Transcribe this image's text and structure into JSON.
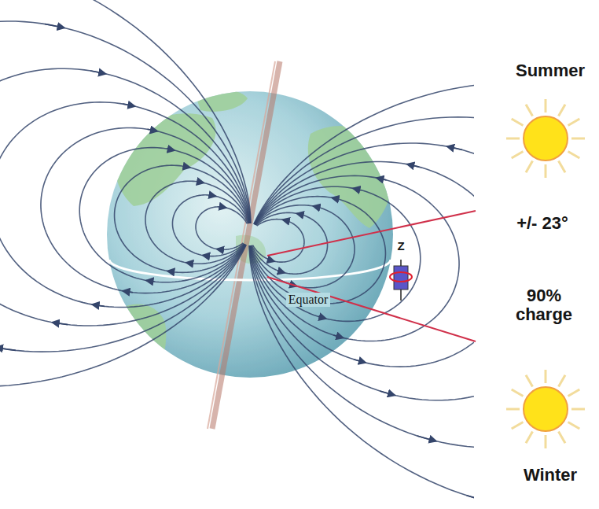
{
  "diagram": {
    "labels": [
      "Summer",
      "+/- 23°",
      "Z",
      "Equator",
      "90% charge",
      "Winter"
    ]
  }
}
